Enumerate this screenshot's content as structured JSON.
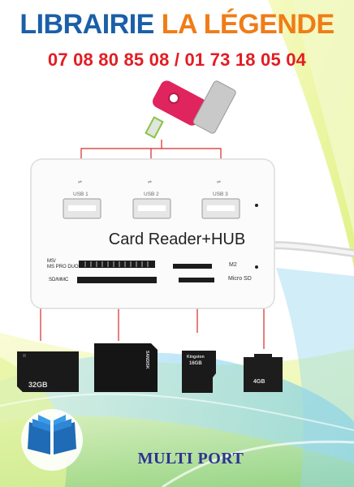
{
  "title": {
    "part1": "LIBRAIRIE",
    "part2": "LA LÉGENDE"
  },
  "phones": "07 08 80 85 08 / 01 73 18 05 04",
  "hub": {
    "label": "Card Reader+HUB",
    "usb_ports": [
      "USB 1",
      "USB 2",
      "USB 3"
    ],
    "slot_ms": "MS/\nMS PRO DUO",
    "slot_sd": "SD/MMC",
    "slot_m2": "M2",
    "slot_microsd": "Micro SD"
  },
  "cards": {
    "ms_capacity": "32GB",
    "sd_brand": "SANDISK",
    "microsd_brand": "Kingston",
    "microsd_capacity": "16GB",
    "m2_capacity": "4GB"
  },
  "footer": {
    "caption": "MULTI PORT"
  },
  "colors": {
    "title_blue": "#1a5fa8",
    "title_orange": "#f07c16",
    "phone_red": "#e21d23",
    "footer_navy": "#2e3192",
    "usb_pink": "#e0245e"
  }
}
